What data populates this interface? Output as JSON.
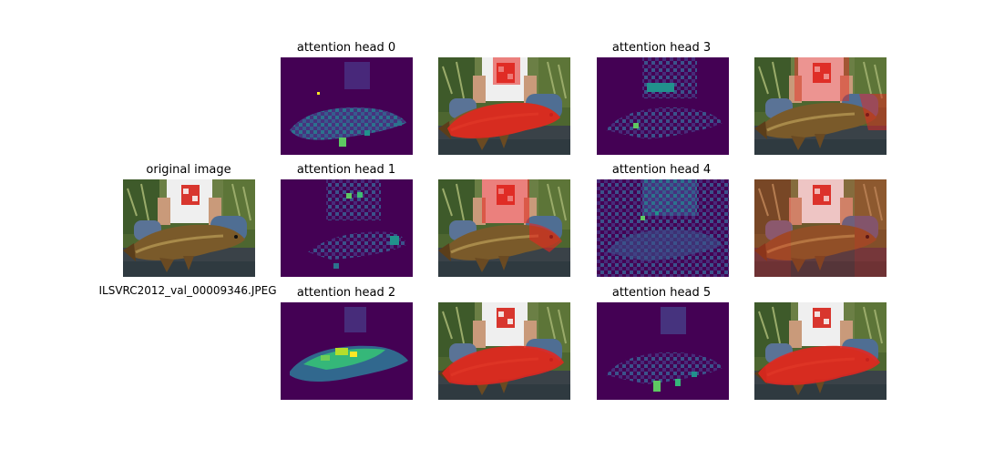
{
  "original": {
    "title": "original image",
    "filename": "ILSVRC2012_val_00009346.JPEG"
  },
  "heads": [
    {
      "title": "attention head 0"
    },
    {
      "title": "attention head 1"
    },
    {
      "title": "attention head 2"
    },
    {
      "title": "attention head 3"
    },
    {
      "title": "attention head 4"
    },
    {
      "title": "attention head 5"
    }
  ],
  "colors": {
    "background": "#ffffff",
    "heatmap_low": "#440154",
    "heatmap_mid": "#21918c",
    "heatmap_high": "#fde725",
    "overlay": "#e8251f",
    "fish_body": "#7a5a2a",
    "foliage": "#4f6b32",
    "shirt": "#f2f2f2",
    "jeans": "#4f6e93",
    "ground": "#3a4248"
  }
}
